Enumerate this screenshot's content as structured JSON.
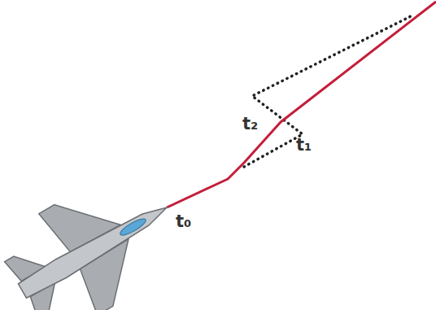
{
  "diagram": {
    "labels": [
      "t₂",
      "t₁",
      "t₀"
    ]
  }
}
